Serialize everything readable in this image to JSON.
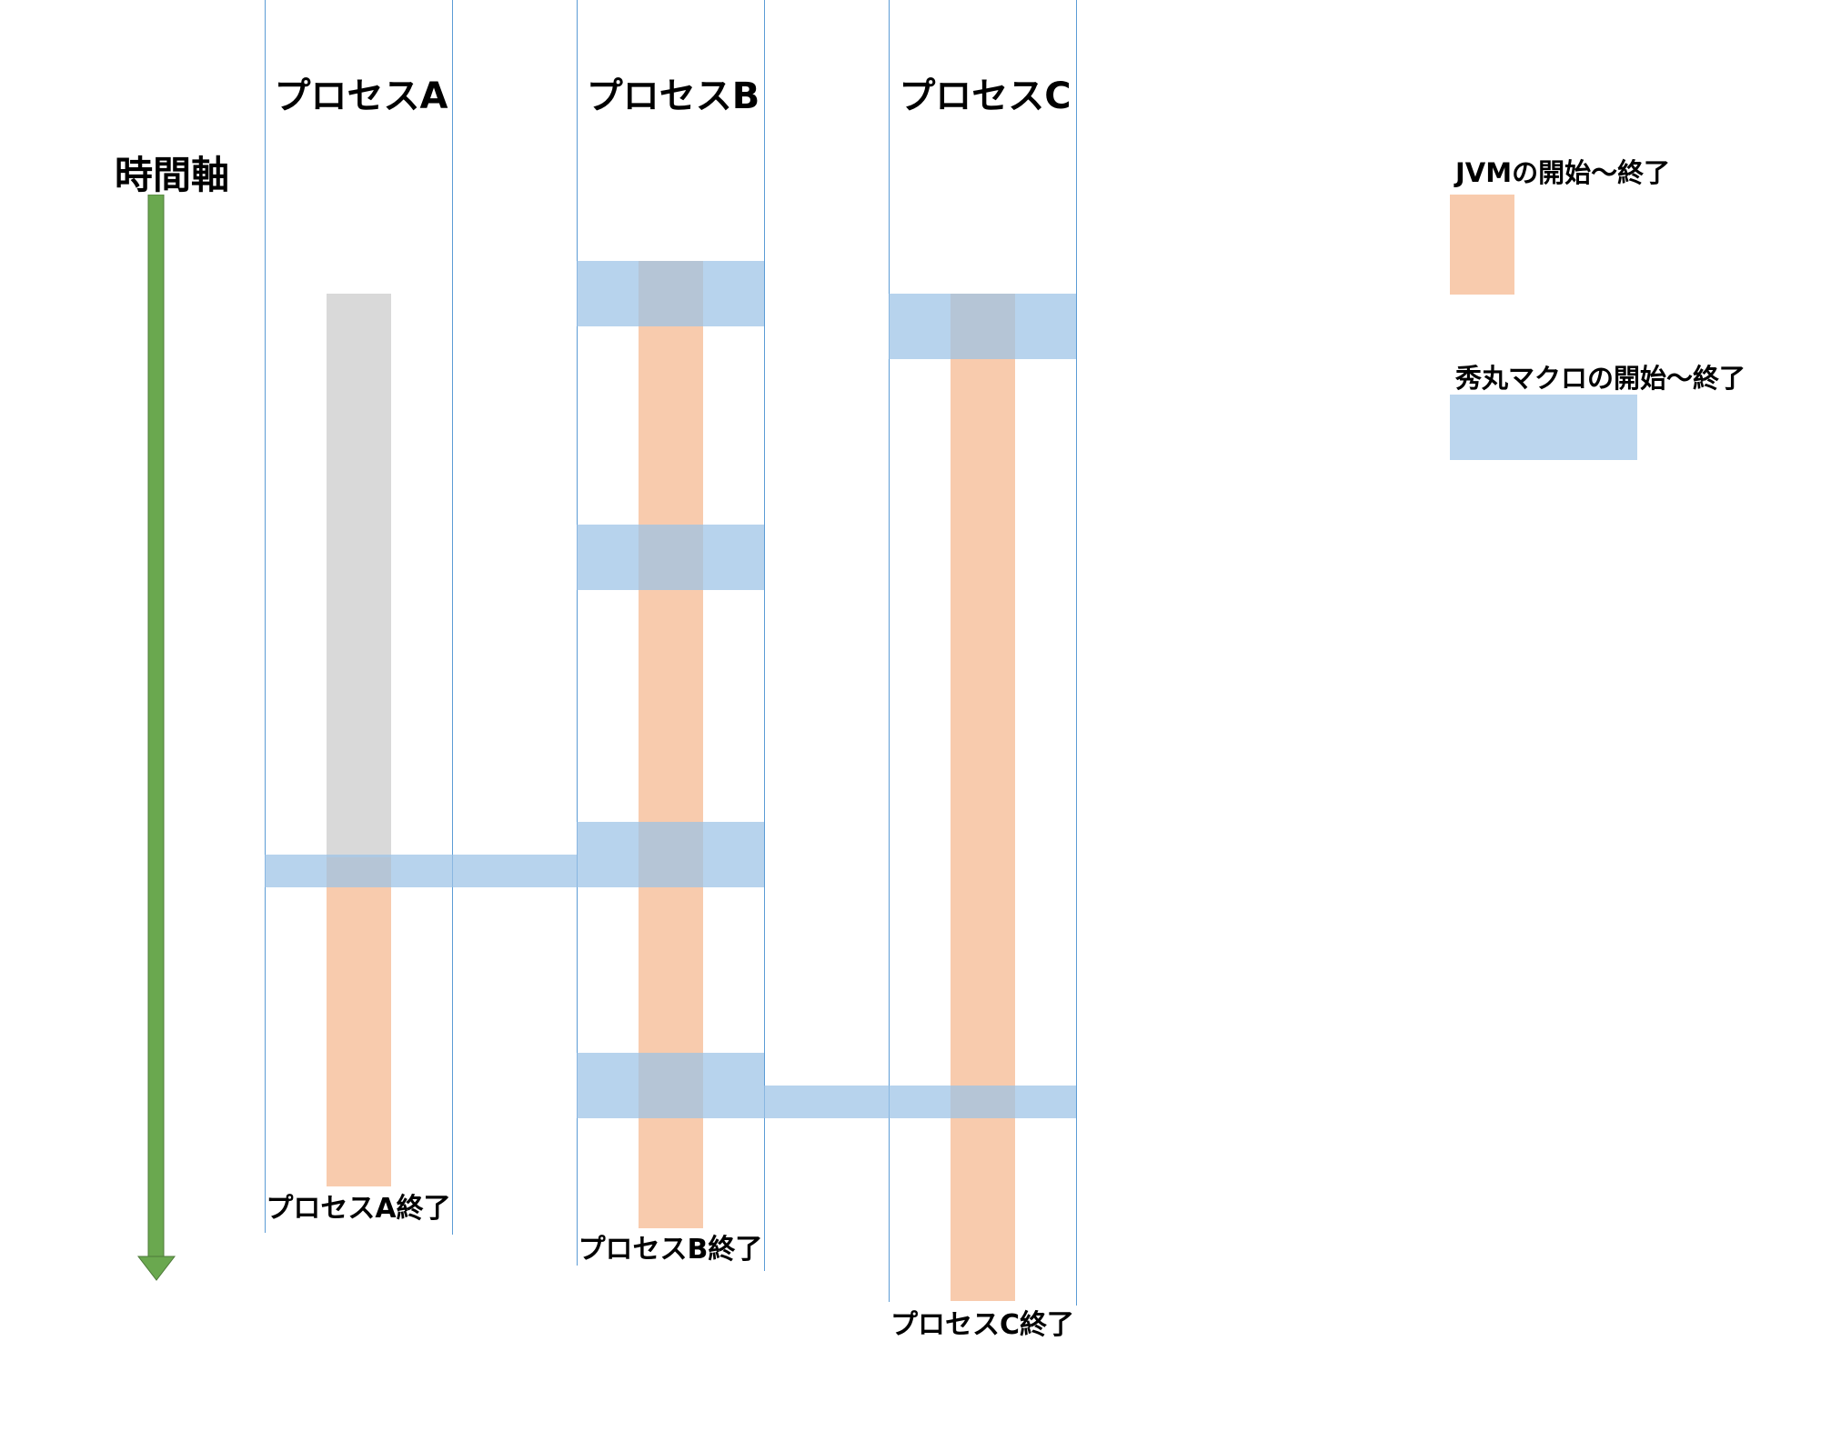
{
  "axis": {
    "label": "時間軸",
    "color": "#6aa84f"
  },
  "colors": {
    "jvm": "#f8cbad",
    "macro": "#9bc2e6",
    "idle": "#d9d9d9",
    "lane_line": "#5b9bd5"
  },
  "processes": [
    {
      "title": "プロセスA",
      "end_label": "プロセスA終了"
    },
    {
      "title": "プロセスB",
      "end_label": "プロセスB終了"
    },
    {
      "title": "プロセスC",
      "end_label": "プロセスC終了"
    }
  ],
  "legend": {
    "jvm_label": "JVMの開始～終了",
    "macro_label": "秀丸マクロの開始～終了"
  }
}
